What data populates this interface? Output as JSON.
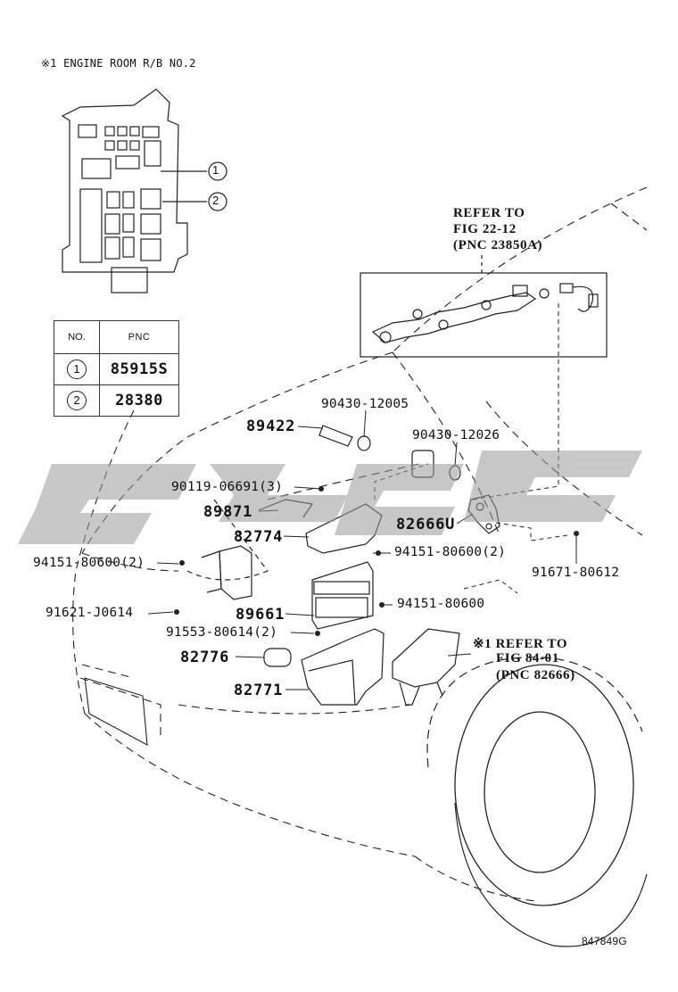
{
  "relay_box_title": "※1 ENGINE ROOM  R/B NO.2",
  "table": {
    "headers": [
      "NO.",
      "PNC"
    ],
    "rows": [
      {
        "no": "1",
        "pnc": "85915S"
      },
      {
        "no": "2",
        "pnc": "28380"
      }
    ]
  },
  "callouts": {
    "c1": "1",
    "c2": "2"
  },
  "refer_top": {
    "line1": "REFER TO",
    "line2": "FIG 22-12",
    "line3": "(PNC 23850A)"
  },
  "refer_bottom": {
    "line1": "※1 REFER TO",
    "line2": "FIG 84-01",
    "line3": "(PNC 82666)"
  },
  "parts": {
    "p89422": "89422",
    "p90430a": "90430-12005",
    "p90430b": "90430-12026",
    "p90119": "90119-06691(3)",
    "p89871": "89871",
    "p82666u": "82666U",
    "p82774": "82774",
    "p94151a": "94151-80600(2)",
    "p94151b": "94151-80600(2)",
    "p91671": "91671-80612",
    "p89661": "89661",
    "p91621": "91621-J0614",
    "p94151c": "94151-80600",
    "p91553": "91553-80614(2)",
    "p82776": "82776",
    "p82771": "82771"
  },
  "figure_code": "847849G",
  "icons": [
    "relay-box-icon",
    "fuel-rail-icon",
    "ecu-icon",
    "bracket-icon",
    "watermark-logo"
  ]
}
